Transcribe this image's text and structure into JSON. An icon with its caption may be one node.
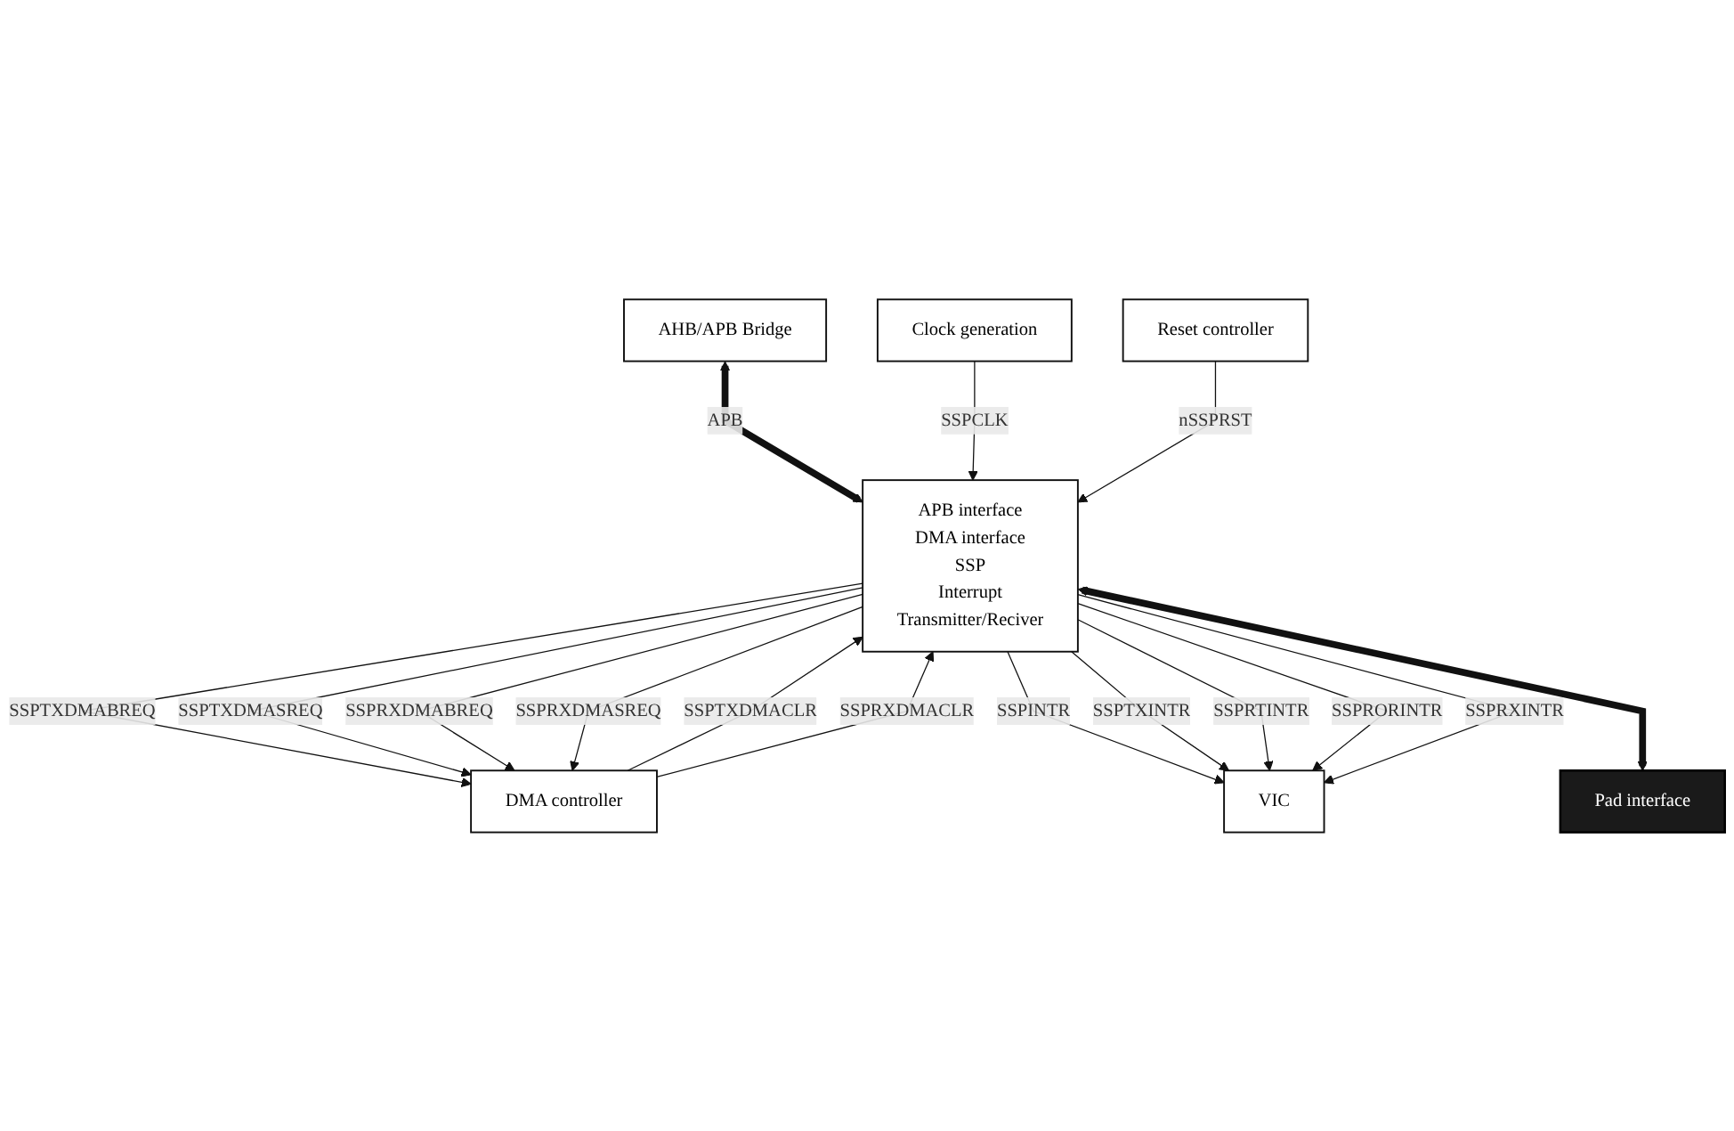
{
  "diagram": {
    "nodes": [
      {
        "text": [
          "AHB/APB Bridge"
        ]
      },
      {
        "text": [
          "DMA controller"
        ]
      },
      {
        "text": [
          "Clock generation"
        ]
      },
      {
        "text": [
          "Reset controller"
        ]
      },
      {
        "text": [
          "APB interface",
          "DMA interface",
          "SSP",
          "Interrupt",
          "Transmitter/Reciver"
        ]
      },
      {
        "text": [
          "VIC"
        ]
      },
      {
        "text": [
          "Pad interface"
        ]
      }
    ],
    "edges": [
      {
        "from": 0,
        "to": 4,
        "arrow": "both",
        "label": "APB",
        "style": "thick"
      },
      {
        "from": 1,
        "to": 4,
        "arrow": "to",
        "label": "SSPTXDMACLR"
      },
      {
        "from": 1,
        "to": 4,
        "arrow": "to",
        "label": "SSPRXDMACLR"
      },
      {
        "from": 4,
        "to": 1,
        "arrow": "to",
        "label": "SSPTXDMABREQ"
      },
      {
        "from": 4,
        "to": 1,
        "arrow": "to",
        "label": "SSPTXDMASREQ"
      },
      {
        "from": 4,
        "to": 1,
        "arrow": "to",
        "label": "SSPRXDMABREQ"
      },
      {
        "from": 4,
        "to": 1,
        "arrow": "to",
        "label": "SSPRXDMASREQ"
      },
      {
        "from": 2,
        "to": 4,
        "arrow": "to",
        "label": "SSPCLK"
      },
      {
        "from": 3,
        "to": 4,
        "arrow": "to",
        "label": "nSSPRST"
      },
      {
        "from": 4,
        "to": 5,
        "arrow": "to",
        "label": "SSPINTR"
      },
      {
        "from": 4,
        "to": 5,
        "arrow": "to",
        "label": "SSPTXINTR"
      },
      {
        "from": 4,
        "to": 5,
        "arrow": "to",
        "label": "SSPRTINTR"
      },
      {
        "from": 4,
        "to": 5,
        "arrow": "to",
        "label": "SSPRORINTR"
      },
      {
        "from": 4,
        "to": 5,
        "arrow": "to",
        "label": "SSPRXINTR"
      },
      {
        "from": 4,
        "to": 6,
        "arrow": "both",
        "style": "thick"
      }
    ]
  }
}
